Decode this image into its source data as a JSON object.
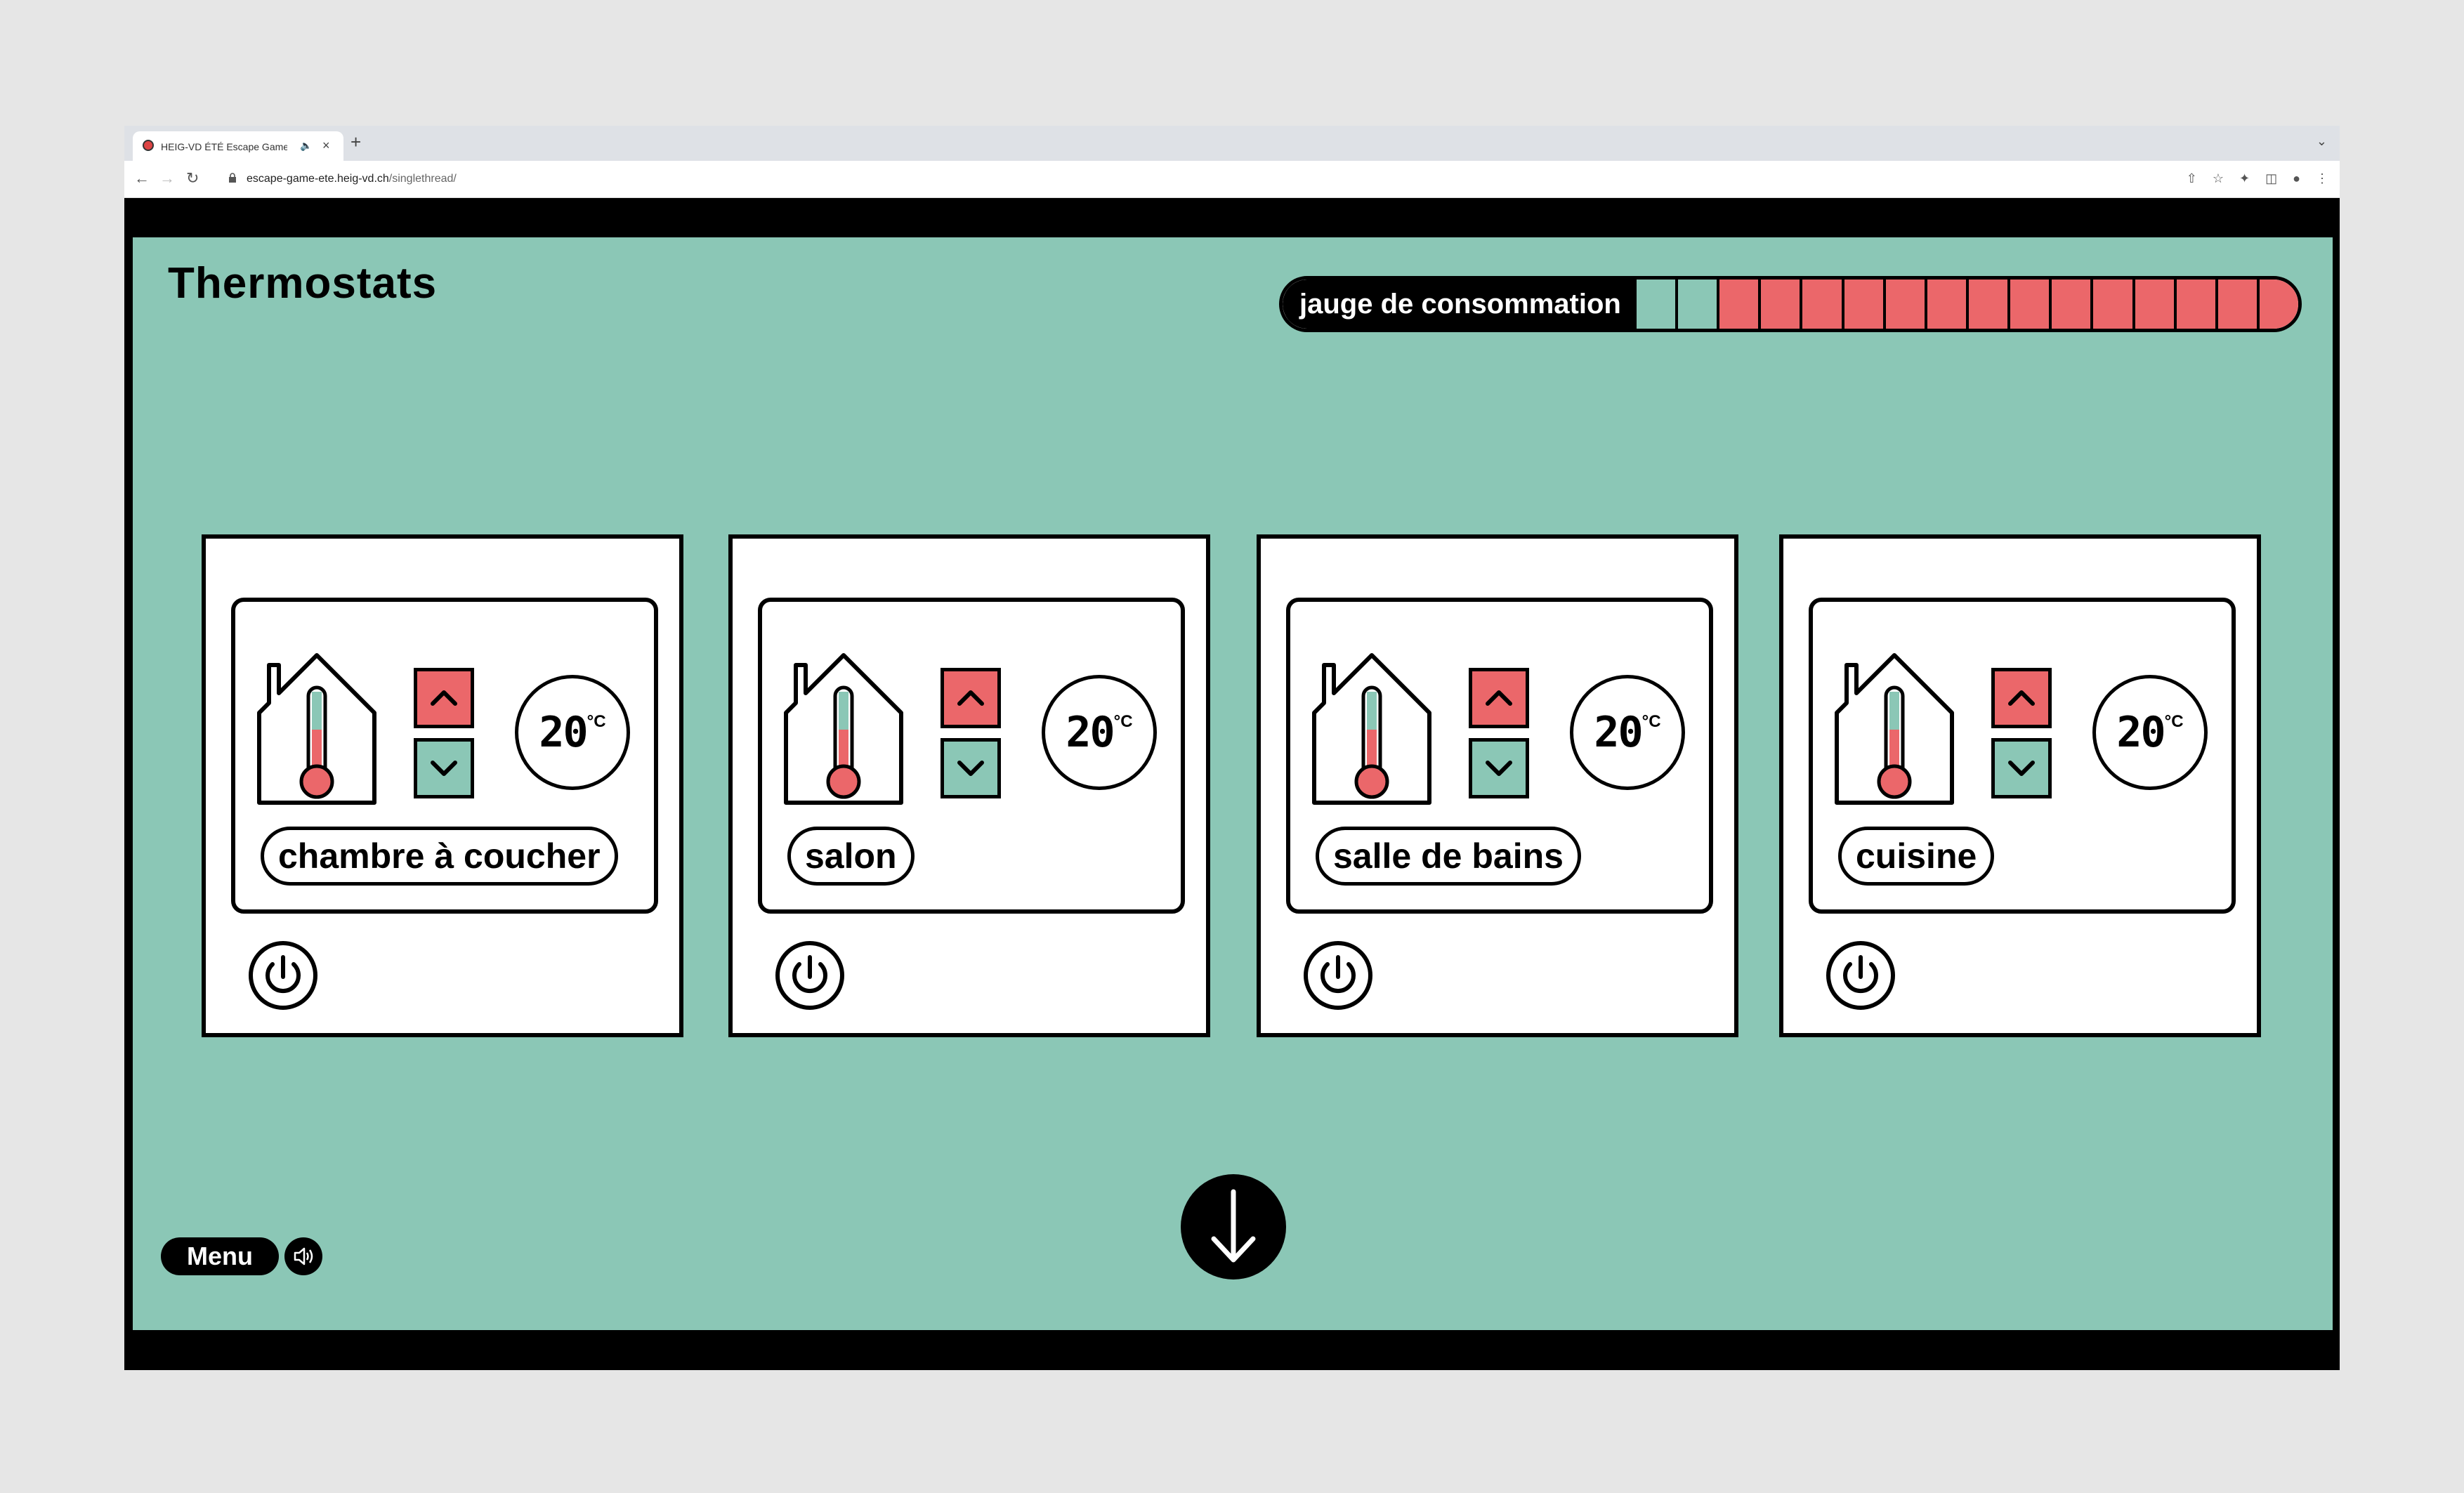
{
  "browser": {
    "tab_title": "HEIG-VD ÉTÉ Escape Game",
    "tab_audio_icon": "speaker-icon",
    "new_tab": "+",
    "tab_menu": "⌄",
    "url_domain": "escape-game-ete.heig-vd.ch",
    "url_path": "/singlethread/"
  },
  "page": {
    "title": "Thermostats",
    "gauge": {
      "label": "jauge de consommation",
      "segments": 16,
      "filled_teal": 2,
      "colors": {
        "teal": "#8bc7b6",
        "red": "#eb676a"
      }
    },
    "thermostats": [
      {
        "room": "chambre à coucher",
        "temp": "20",
        "unit": "°C"
      },
      {
        "room": "salon",
        "temp": "20",
        "unit": "°C"
      },
      {
        "room": "salle de bains",
        "temp": "20",
        "unit": "°C"
      },
      {
        "room": "cuisine",
        "temp": "20",
        "unit": "°C"
      }
    ],
    "menu_label": "Menu"
  },
  "colors": {
    "background": "#8bc7b6",
    "accent_red": "#eb676a",
    "ink": "#000000"
  }
}
